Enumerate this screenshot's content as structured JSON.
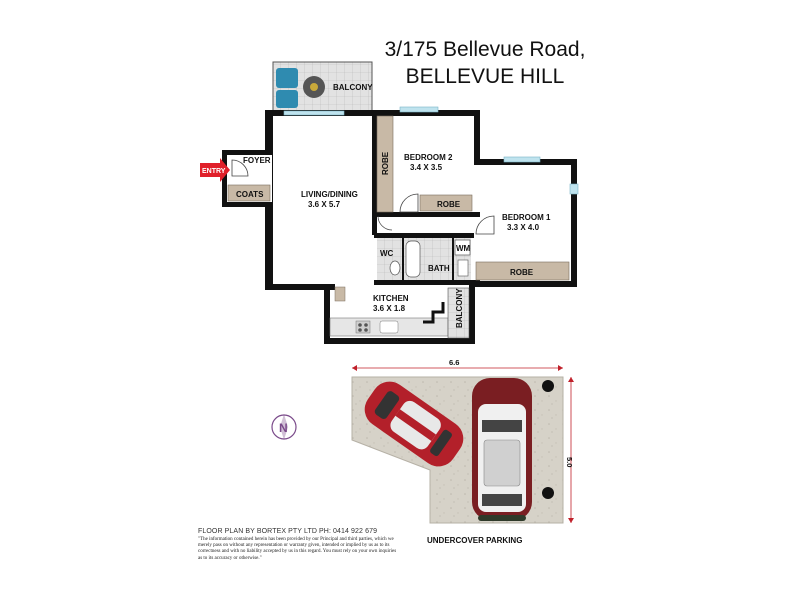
{
  "address": {
    "line1": "3/175 Bellevue Road,",
    "line2": "BELLEVUE HILL"
  },
  "rooms": {
    "balcony_top": "BALCONY",
    "foyer": "FOYER",
    "entry": "ENTRY",
    "coats": "COATS",
    "living": "LIVING/DINING",
    "living_size": "3.6 X 5.7",
    "robe_bed2_side": "ROBE",
    "bedroom2": "BEDROOM 2",
    "bedroom2_size": "3.4 X 3.5",
    "robe_bed2": "ROBE",
    "bedroom1": "BEDROOM 1",
    "bedroom1_size": "3.3 X 4.0",
    "robe_bed1": "ROBE",
    "wc": "WC",
    "bath": "BATH",
    "wm": "WM",
    "kitchen": "KITCHEN",
    "kitchen_size": "3.6 X 1.8",
    "balcony_kitchen": "BALCONY"
  },
  "parking": {
    "label": "UNDERCOVER PARKING",
    "width": "6.6",
    "depth": "5.0"
  },
  "compass": {
    "letter": "N"
  },
  "footer": {
    "credit": "FLOOR PLAN BY BORTEX PTY LTD PH: 0414 922 679",
    "disclaimer": "\"The information contained herein has been provided by our Principal and third parties, which we merely pass on without any representation or warranty given, intended or implied by us as to its correctness and with no liability accepted by us in this regard. You must rely on your own inquiries as to its accuracy or otherwise.\""
  },
  "colors": {
    "wall": "#111111",
    "robe": "#c8b9a6",
    "entry_arrow": "#e0202a",
    "window": "#bfe3ee",
    "concrete": "#d4d0c6",
    "car_red": "#b3202a",
    "compass": "#7a4a8a"
  }
}
